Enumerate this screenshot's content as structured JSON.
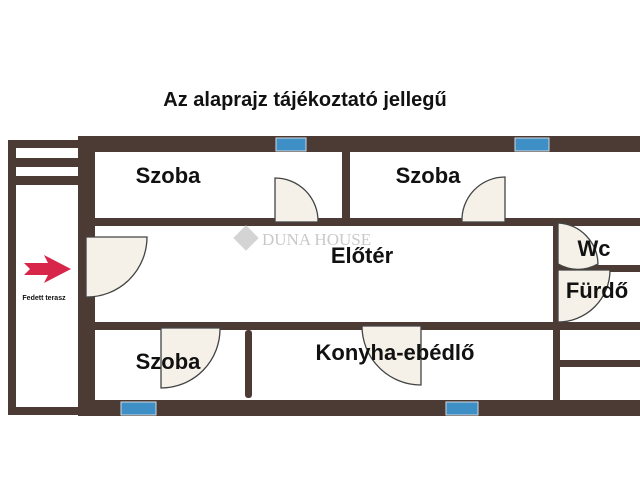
{
  "title": "Az alaprajz tájékoztató jellegű",
  "watermark": "DUNA HOUSE",
  "colors": {
    "wall": "#4b3b34",
    "window": "#3d8fc6",
    "door_fill": "#f6f1e8",
    "arrow": "#d8264a",
    "watermark": "#c9c9c9"
  },
  "rooms": {
    "room_top_left": "Szoba",
    "room_top_right": "Szoba",
    "hall": "Előtér",
    "wc": "Wc",
    "bathroom": "Fürdő",
    "room_bottom_left": "Szoba",
    "kitchen": "Konyha-ebédlő",
    "terrace": "Fedett terasz"
  },
  "icons": {
    "entrance_arrow": "arrow-right-icon",
    "watermark_logo": "diamond-logo-icon"
  }
}
